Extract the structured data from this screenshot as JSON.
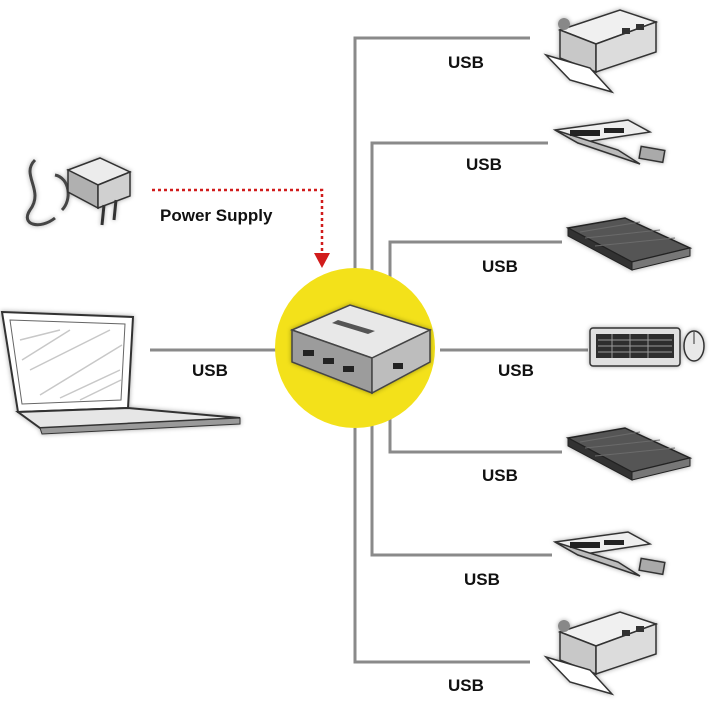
{
  "labels": {
    "power": "Power Supply",
    "laptop_link": "USB",
    "link_1": "USB",
    "link_2": "USB",
    "link_3": "USB",
    "link_4": "USB",
    "link_5": "USB",
    "link_6": "USB",
    "link_7": "USB"
  },
  "colors": {
    "line": "#8a8a8a",
    "power_line": "#d11c1c",
    "hub_circle": "#f3e11a",
    "device_dark": "#444444"
  },
  "nodes": {
    "hub": "usb-hub-icon",
    "laptop": "laptop-icon",
    "power_adapter": "power-adapter-icon",
    "devices": [
      "printer-icon",
      "card-reader-icon",
      "external-drive-icon",
      "keyboard-mouse-icon",
      "external-drive-icon",
      "card-reader-icon",
      "printer-icon"
    ]
  }
}
